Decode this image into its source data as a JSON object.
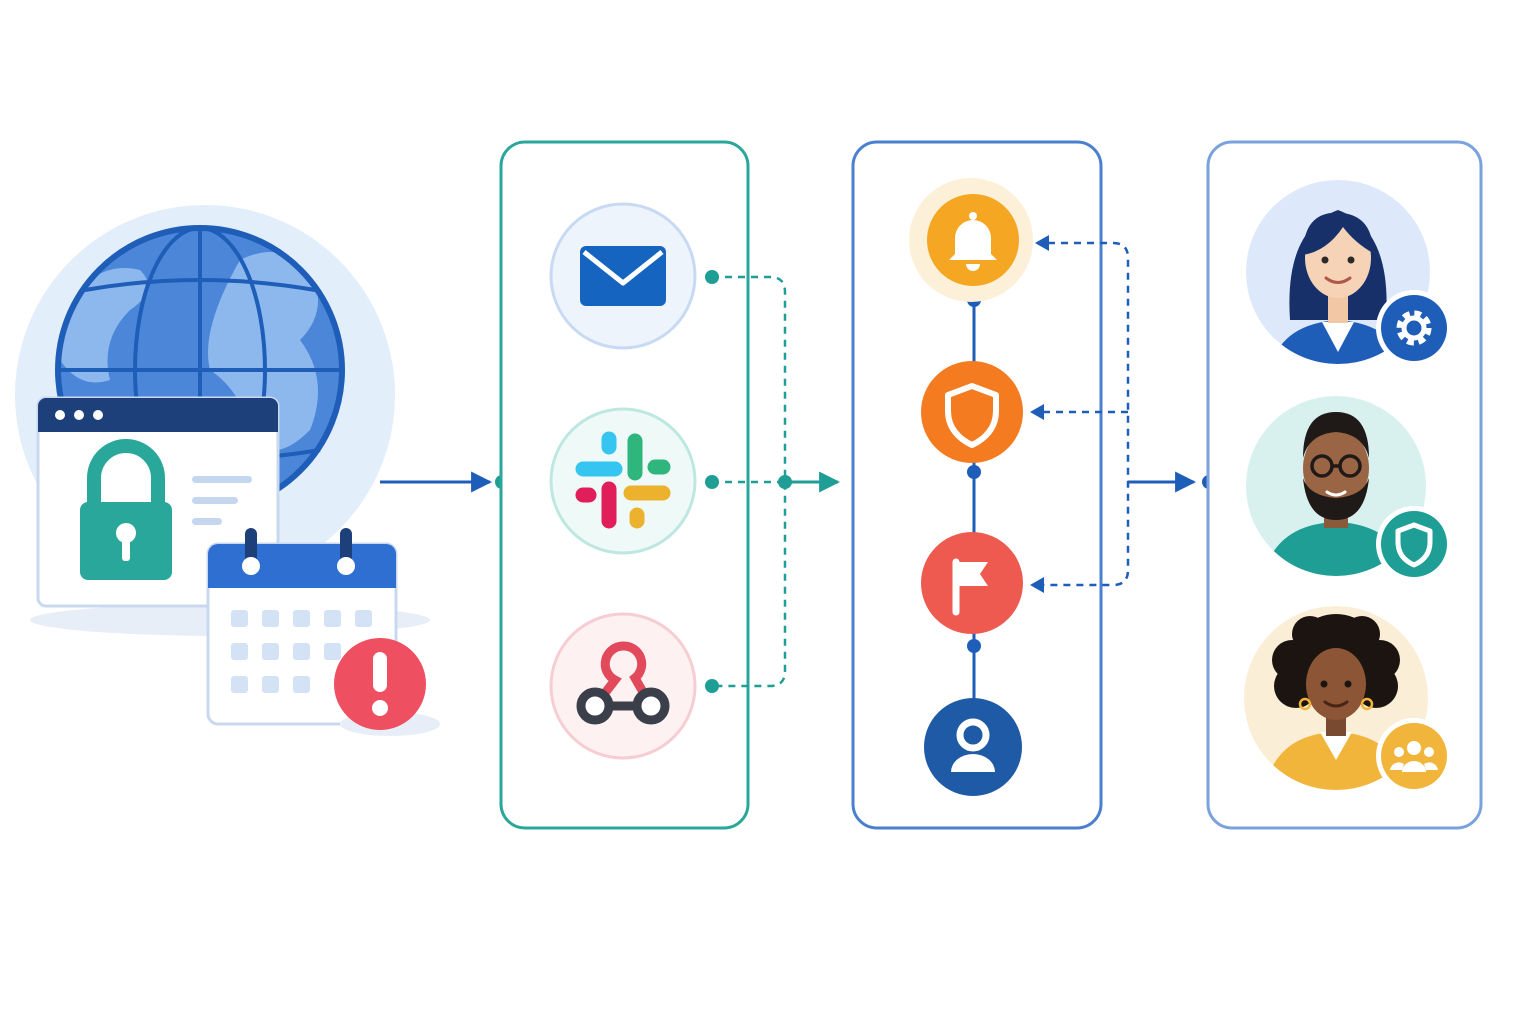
{
  "diagram": {
    "source_icons": [
      "globe-icon",
      "browser-window-icon",
      "padlock-icon",
      "calendar-icon",
      "alert-icon"
    ],
    "channels": [
      {
        "id": "email",
        "icon": "envelope-icon",
        "color": "#1565c0"
      },
      {
        "id": "slack",
        "icon": "slack-icon",
        "color": "#36c5f0"
      },
      {
        "id": "webhook",
        "icon": "webhook-icon",
        "color": "#e2495b"
      }
    ],
    "escalation_steps": [
      {
        "id": "notify",
        "icon": "bell-icon",
        "color": "#f5a623"
      },
      {
        "id": "security",
        "icon": "shield-icon",
        "color": "#f47b20"
      },
      {
        "id": "flag",
        "icon": "flag-icon",
        "color": "#ee5a4f"
      },
      {
        "id": "owner",
        "icon": "user-icon",
        "color": "#1f5aa6"
      }
    ],
    "recipients": [
      {
        "id": "admin",
        "avatar": "woman-avatar",
        "badge": "gear-icon",
        "badge_color": "#1e5eb8"
      },
      {
        "id": "security-lead",
        "avatar": "man-avatar",
        "badge": "shield-icon",
        "badge_color": "#1e9e95"
      },
      {
        "id": "team",
        "avatar": "woman-avatar-curly",
        "badge": "team-icon",
        "badge_color": "#f2b53b"
      }
    ],
    "colors": {
      "primary_blue": "#1e5eb8",
      "teal": "#1e9e95",
      "panel_border_teal": "#2aa79b",
      "panel_border_blue": "#4a80cf",
      "light_blue_bg": "#e3eefb"
    }
  }
}
